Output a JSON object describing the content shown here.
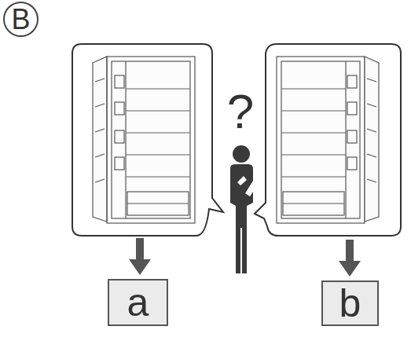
{
  "diagram": {
    "nodes": [
      {
        "text": [
          "B"
        ]
      },
      {
        "text": [
          "a"
        ]
      },
      {
        "text": [
          "b"
        ]
      }
    ],
    "labels": [
      "?"
    ]
  }
}
